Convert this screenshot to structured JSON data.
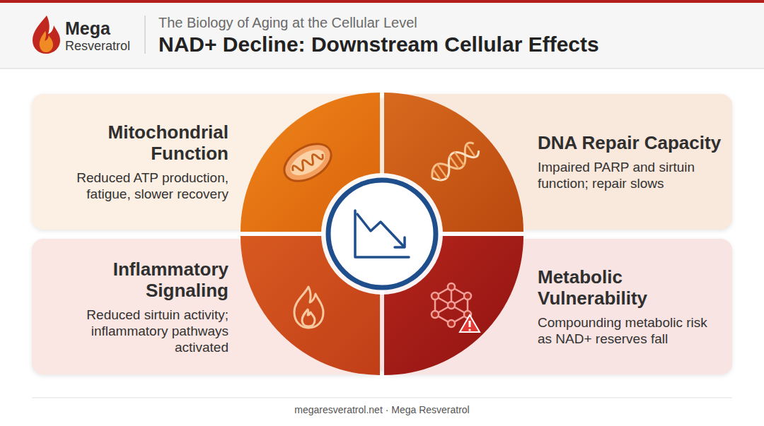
{
  "diagram": {
    "title": "NAD+ Decline: Downstream Cellular Effects",
    "caption": "megaresveratrol.net · Mega Resveratrol",
    "nodes": [
      {
        "text": [
          "Mitochondrial Function",
          "Reduced ATP production, fatigue, slower recovery"
        ]
      },
      {
        "text": [
          "DNA Repair Capacity",
          "Impaired PARP and sirtuin function; repair slows"
        ]
      },
      {
        "text": [
          "Inflammatory Signaling",
          "Reduced sirtuin activity; inflammatory pathways activated"
        ]
      },
      {
        "text": [
          "Metabolic Vulnerability",
          "Compounding metabolic risk as NAD+ reserves fall"
        ]
      }
    ],
    "labels": [
      "Mega",
      "Resveratrol",
      "The Biology of Aging at the Cellular Level"
    ]
  }
}
